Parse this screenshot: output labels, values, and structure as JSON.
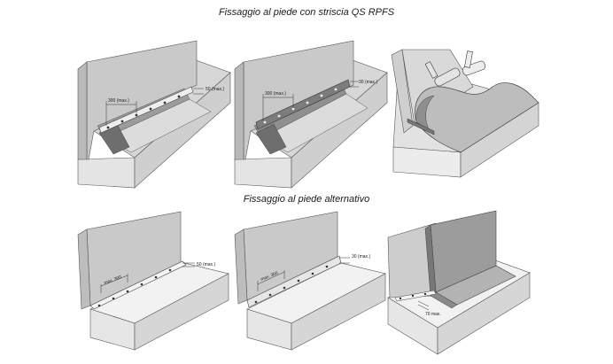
{
  "headings": {
    "top": "Fissaggio al piede con striscia QS RPFS",
    "bottom": "Fissaggio al piede alternativo"
  },
  "figures": {
    "top_left": {
      "spacing_label": "300 (max.)",
      "edge_label": "50 (max.)"
    },
    "top_middle": {
      "spacing_label": "300 (max.)",
      "edge_label": "30 (max.)"
    },
    "bottom_left": {
      "spacing_label": "max. 300",
      "edge_label": "50 (max.)"
    },
    "bottom_middle": {
      "spacing_label": "max. 300",
      "edge_label": "30 (max.)"
    },
    "bottom_right": {
      "edge_label": "70 max."
    }
  },
  "colors": {
    "wall": "#c9c9c9",
    "wall_side": "#b9b9b9",
    "floor": "#d7d7d7",
    "base_front": "#e4e4e4",
    "membrane": "#9c9c9c",
    "membrane_light": "#b3b3b3",
    "strip": "#eeeeee",
    "line": "#555555"
  }
}
